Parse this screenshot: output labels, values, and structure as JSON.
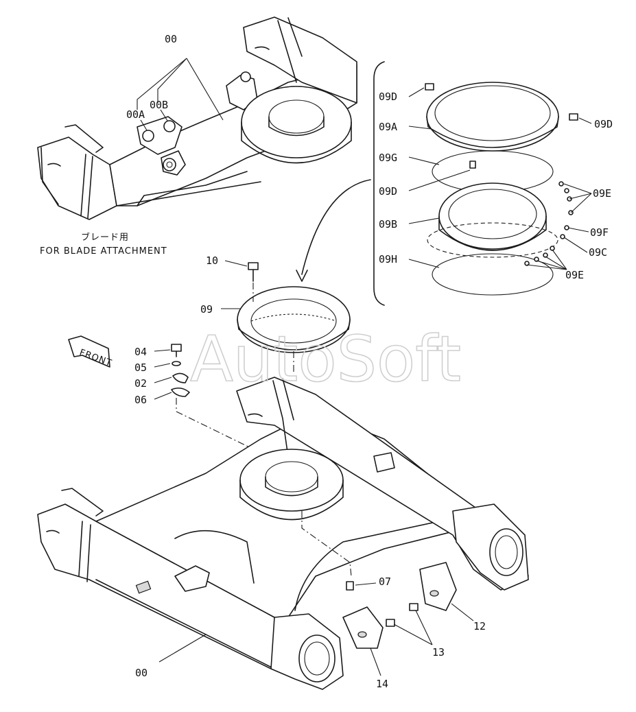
{
  "watermark": "AutoSoft",
  "notes": {
    "blade_jp": "ブレード用",
    "blade_en": "FOR BLADE ATTACHMENT",
    "front": "FRONT"
  },
  "labels": {
    "l00_top": "00",
    "l00A": "00A",
    "l00B": "00B",
    "l09D_1": "09D",
    "l09A": "09A",
    "l09D_right": "09D",
    "l09G": "09G",
    "l09D_2": "09D",
    "l09E_1": "09E",
    "l09B": "09B",
    "l09F": "09F",
    "l09C": "09C",
    "l09H": "09H",
    "l09E_2": "09E",
    "l10": "10",
    "l09": "09",
    "l04": "04",
    "l05": "05",
    "l02": "02",
    "l06": "06",
    "l07": "07",
    "l12": "12",
    "l13": "13",
    "l14": "14",
    "l00_bottom": "00"
  }
}
